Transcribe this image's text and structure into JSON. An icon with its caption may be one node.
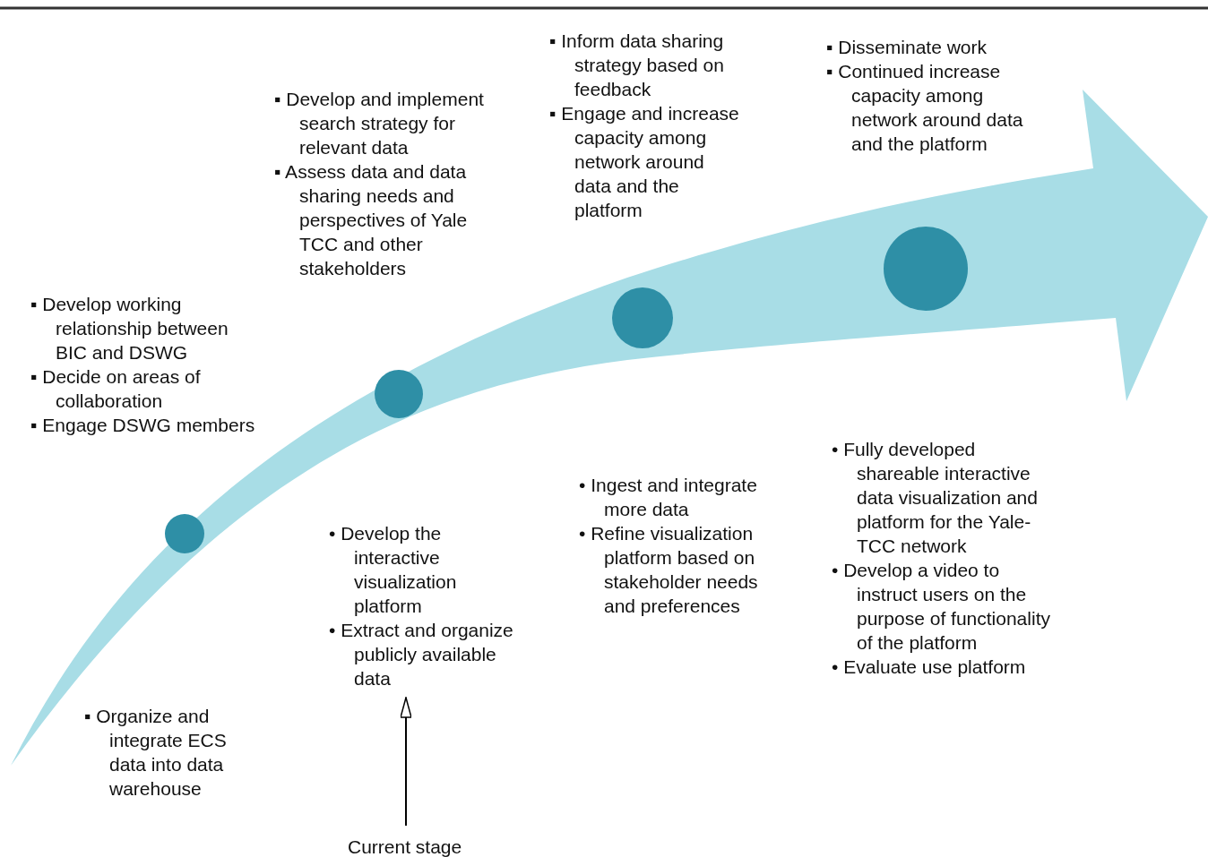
{
  "diagram": {
    "nodes": [
      {
        "text": [
          "▪ Develop working relationship between BIC and DSWG",
          "▪ Decide on areas of collaboration",
          "▪ Engage DSWG members"
        ]
      },
      {
        "text": [
          "▪ Develop and implement search strategy for relevant data",
          "▪ Assess data and data sharing needs and perspectives of Yale TCC and other stakeholders"
        ]
      },
      {
        "text": [
          "▪ Inform data sharing strategy based on feedback",
          "▪ Engage and increase capacity among network around data and the platform"
        ]
      },
      {
        "text": [
          "▪ Disseminate work",
          "▪ Continued increase capacity among network around data and the platform"
        ]
      },
      {
        "text": [],
        "shape": "circle"
      },
      {
        "text": [],
        "shape": "circle"
      },
      {
        "text": [],
        "shape": "circle"
      },
      {
        "text": [],
        "shape": "circle"
      },
      {
        "text": [
          "▪ Organize and integrate ECS data into data warehouse"
        ]
      },
      {
        "text": [
          "• Develop the interactive visualization platform",
          "• Extract and organize publicly available data"
        ]
      },
      {
        "text": [
          "• Ingest and integrate more data",
          "• Refine visualization platform based on stakeholder needs and preferences"
        ]
      },
      {
        "text": [
          "• Fully developed shareable interactive data visualization and platform for the Yale-TCC network",
          "• Develop a video to instruct users on the purpose of functionality of the platform",
          "• Evaluate use platform"
        ]
      },
      {
        "text": [
          "Current stage"
        ]
      }
    ],
    "edges": [
      {
        "from": 12,
        "to": 9,
        "arrow": "to"
      }
    ]
  }
}
